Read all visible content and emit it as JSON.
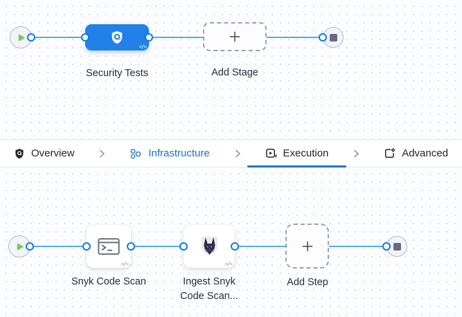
{
  "stage_pipeline": {
    "stage": {
      "label": "Security Tests",
      "code_badge": "</>"
    },
    "add_stage": {
      "label": "Add Stage"
    }
  },
  "tab_bar": {
    "tabs": [
      {
        "label": "Overview",
        "icon": "shield-check-icon",
        "active": false
      },
      {
        "label": "Infrastructure",
        "icon": "infrastructure-hexagons-icon",
        "active": false
      },
      {
        "label": "Execution",
        "icon": "execution-play-icon",
        "active": true
      },
      {
        "label": "Advanced",
        "icon": "advanced-gear-icon",
        "active": false
      }
    ]
  },
  "step_pipeline": {
    "steps": [
      {
        "label": "Snyk Code Scan",
        "code_badge": "</>"
      },
      {
        "label": "Ingest Snyk Code Scan...",
        "code_badge": "</>"
      }
    ],
    "add_step": {
      "label": "Add Step"
    }
  },
  "colors": {
    "accent_blue": "#0278d5",
    "stage_blue": "#2181e8",
    "connector_blue": "#55afe9",
    "play_green": "#6fce63",
    "end_square_gray": "#686a85",
    "infrastructure_text_blue": "#1a70d6"
  }
}
